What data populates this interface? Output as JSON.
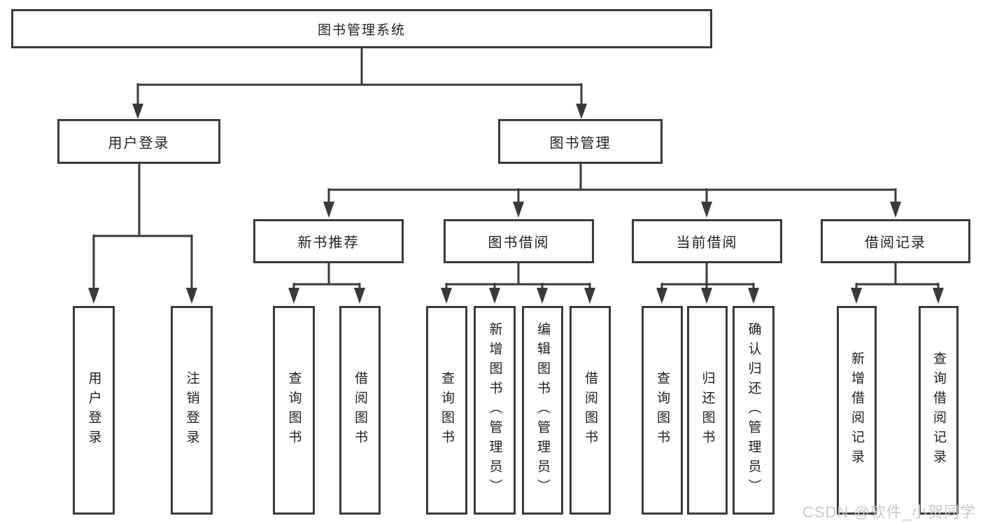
{
  "tree": {
    "root": {
      "label": "图书管理系统"
    },
    "children": [
      {
        "label": "用户登录",
        "children": [
          "用户登录",
          "注销登录"
        ]
      },
      {
        "label": "图书管理",
        "children": [
          {
            "label": "新书推荐",
            "children": [
              "查询图书",
              "借阅图书"
            ]
          },
          {
            "label": "图书借阅",
            "children": [
              "查询图书",
              "新增图书（管理员）",
              "编辑图书（管理员）",
              "借阅图书"
            ]
          },
          {
            "label": "当前借阅",
            "children": [
              "查询图书",
              "归还图书",
              "确认归还（管理员）"
            ]
          },
          {
            "label": "借阅记录",
            "children": [
              "新增借阅记录",
              "查询借阅记录"
            ]
          }
        ]
      }
    ]
  },
  "watermark": {
    "text": "CSDN @软件_小贺同学"
  },
  "colors": {
    "line": "#3a3a3a",
    "ink": "#1f1f1f",
    "watermark": "#c8c8c8",
    "bg": "#ffffff"
  }
}
